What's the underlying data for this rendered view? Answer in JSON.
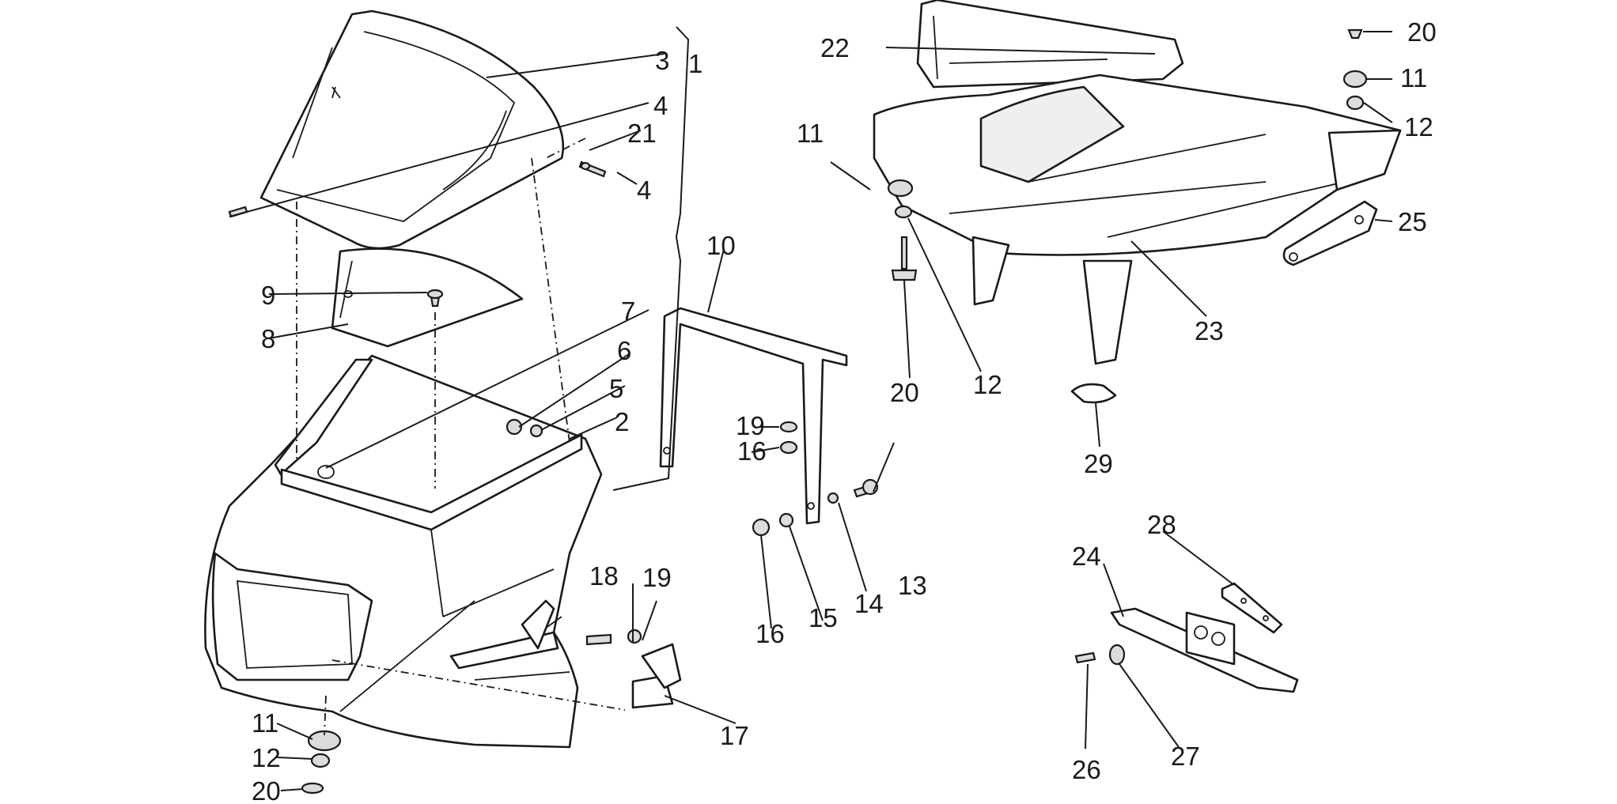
{
  "diagram": {
    "labels": [
      "1",
      "2",
      "3",
      "4",
      "4",
      "5",
      "6",
      "7",
      "8",
      "9",
      "10",
      "11",
      "11",
      "11",
      "12",
      "12",
      "12",
      "13",
      "14",
      "15",
      "16",
      "16",
      "17",
      "18",
      "19",
      "19",
      "20",
      "20",
      "20",
      "21",
      "22",
      "23",
      "24",
      "25",
      "26",
      "27",
      "28",
      "29"
    ]
  }
}
